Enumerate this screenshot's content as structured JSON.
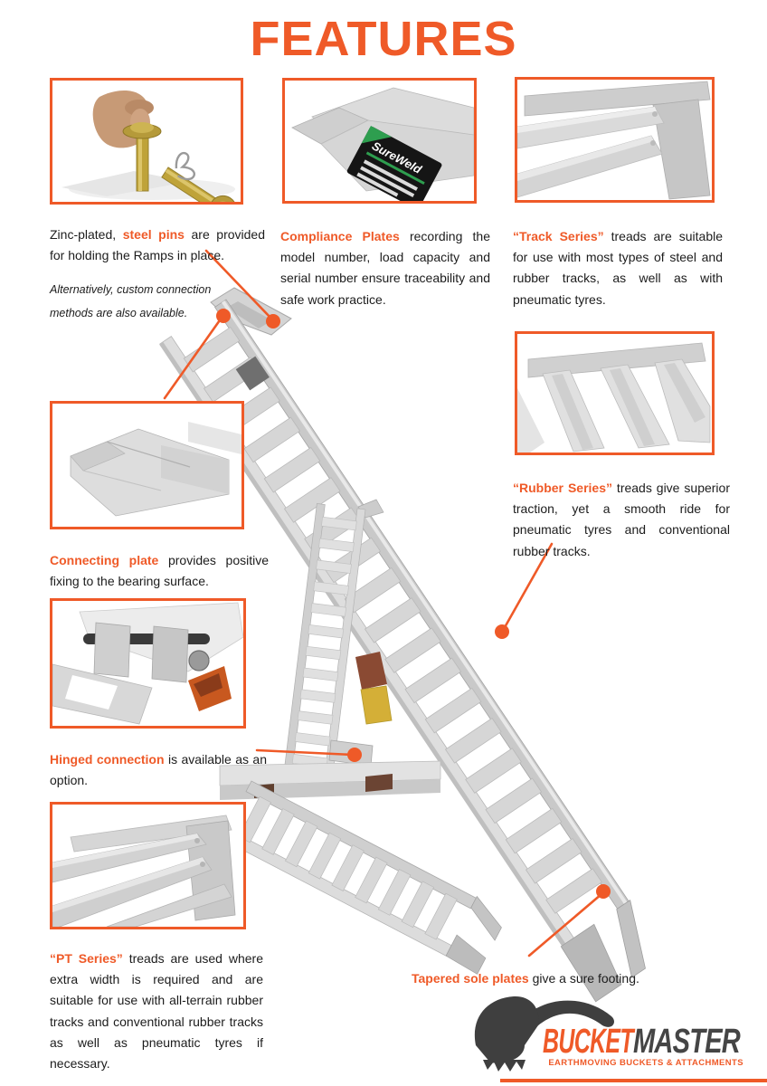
{
  "page": {
    "title": "FEATURES"
  },
  "colors": {
    "accent": "#EF5A28",
    "body_text": "#1c1c1c",
    "logo_dark_gray": "#3f3f3f",
    "label_black": "#151515",
    "label_green": "#2e9e4f",
    "pin_gold": "#bfa339",
    "reflector_yellow": "#d4af37",
    "reflector_red": "#8a4a33"
  },
  "features": [
    {
      "name": "steel-pins",
      "lead": "Zinc-plated, ",
      "highlight": "steel pins",
      "rest": " are provided for holding the Ramps in place.",
      "note": "Alternatively, custom connection methods are also available."
    },
    {
      "name": "compliance-plates",
      "lead": "",
      "highlight": "Compliance Plates",
      "rest": " recording the model number, load capacity and serial number ensure traceability and safe work practice."
    },
    {
      "name": "track-series",
      "lead": "",
      "highlight": "“Track Series”",
      "rest": " treads are suitable for use with most types of steel and rubber tracks, as well as with pneumatic tyres."
    },
    {
      "name": "rubber-series",
      "lead": "",
      "highlight": "“Rubber Series”",
      "rest": " treads give superior traction, yet a smooth ride for pneumatic tyres and conventional rubber tracks."
    },
    {
      "name": "connecting-plate",
      "lead": "",
      "highlight": "Connecting plate",
      "rest": " provides positive fixing to the bearing surface."
    },
    {
      "name": "hinged-connection",
      "lead": "",
      "highlight": "Hinged connection",
      "rest": " is available as an option."
    },
    {
      "name": "pt-series",
      "lead": "",
      "highlight": "“PT Series”",
      "rest": " treads are used where extra width is required and are suitable for use with all-terrain rubber tracks and conventional rubber tracks as well as pneumatic tyres if necessary."
    },
    {
      "name": "tapered-sole-plates",
      "lead": "",
      "highlight": "Tapered sole plates",
      "rest": " give a sure footing."
    }
  ],
  "photos": {
    "compliance_plate_label": "SureWeld"
  },
  "logo": {
    "brand_primary": "BUCKET",
    "brand_secondary": "MASTER",
    "tagline": "EARTHMOVING BUCKETS & ATTACHMENTS"
  }
}
